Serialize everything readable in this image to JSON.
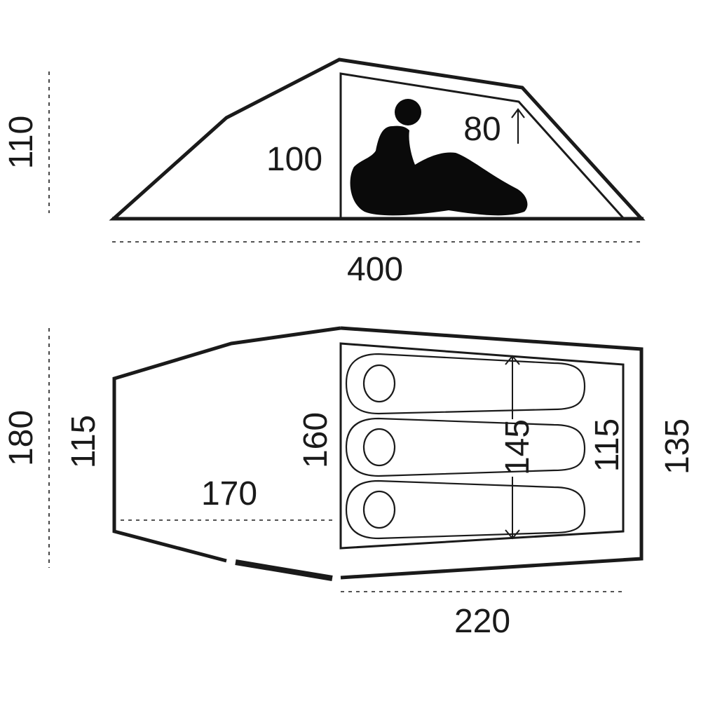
{
  "side_view": {
    "height_label": "110",
    "inner_height_label": "100",
    "foot_height_label": "80",
    "length_label": "400"
  },
  "floor_plan": {
    "total_width_label": "180",
    "vestibule_end_label": "115",
    "vestibule_depth_label": "170",
    "inner_front_label": "160",
    "sleeping_width_label": "145",
    "inner_rear_label": "115",
    "rear_width_label": "135",
    "inner_length_label": "220"
  }
}
